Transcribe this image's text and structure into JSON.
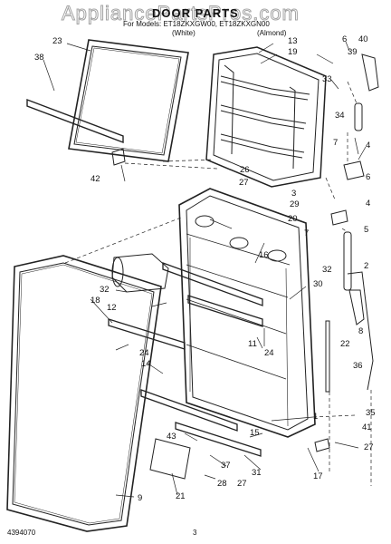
{
  "watermark": "AppliancePartsPros.com",
  "title": "DOOR PARTS",
  "models_line": "For Models: ET18ZKXGW00, ET18ZKXGN00",
  "color_white": "(White)",
  "color_almond": "(Almond)",
  "document_number": "4394070",
  "page_number": "3",
  "callouts": [
    "1",
    "2",
    "3",
    "4",
    "4",
    "5",
    "6",
    "6",
    "7",
    "7",
    "8",
    "9",
    "11",
    "12",
    "13",
    "14",
    "15",
    "16",
    "17",
    "18",
    "19",
    "20",
    "21",
    "22",
    "23",
    "24",
    "24",
    "26",
    "27",
    "27",
    "27",
    "28",
    "29",
    "30",
    "31",
    "32",
    "32",
    "33",
    "34",
    "35",
    "36",
    "37",
    "38",
    "39",
    "40",
    "41",
    "42",
    "43"
  ]
}
